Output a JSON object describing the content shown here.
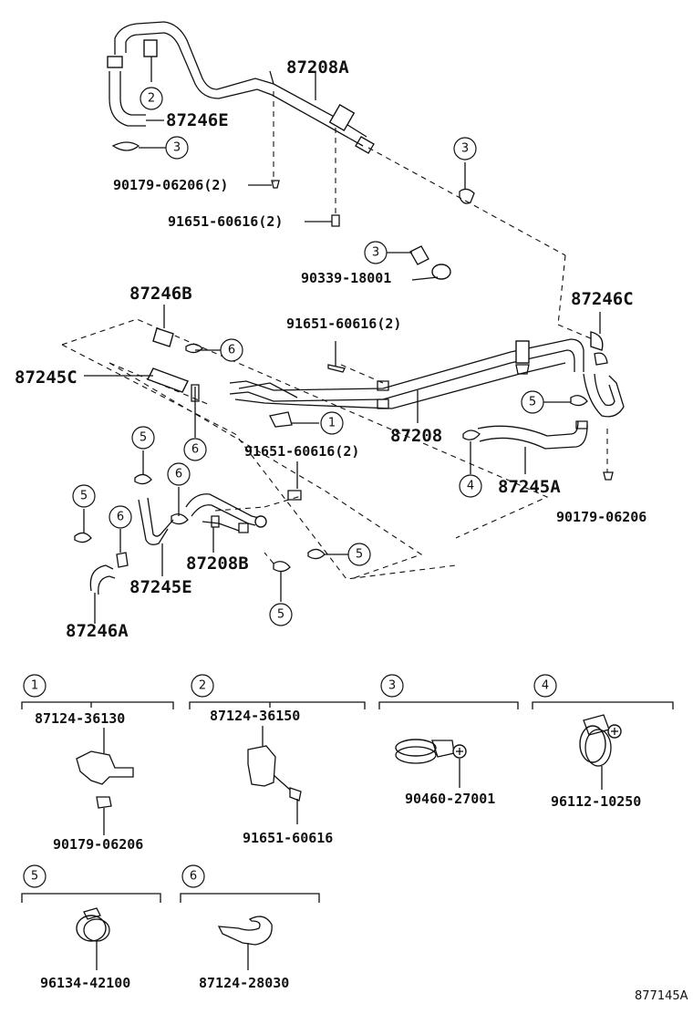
{
  "parts": {
    "p87208A": "87208A",
    "p87246E": "87246E",
    "p90179_06206_2": "90179-06206(2)",
    "p91651_60616_2a": "91651-60616(2)",
    "p90339_18001": "90339-18001",
    "p87246B": "87246B",
    "p87246C": "87246C",
    "p91651_60616_2b": "91651-60616(2)",
    "p87245C": "87245C",
    "p87208": "87208",
    "p91651_60616_2c": "91651-60616(2)",
    "p87245A": "87245A",
    "p90179_06206": "90179-06206",
    "p87208B": "87208B",
    "p87245E": "87245E",
    "p87246A": "87246A"
  },
  "callouts": {
    "c1": "1",
    "c2": "2",
    "c3a": "3",
    "c3b": "3",
    "c3c": "3",
    "c4": "4",
    "c5a": "5",
    "c5b": "5",
    "c5c": "5",
    "c5d": "5",
    "c5e": "5",
    "c6a": "6",
    "c6b": "6",
    "c6c": "6",
    "c6d": "6"
  },
  "legend": [
    {
      "num": "1",
      "parts": [
        "87124-36130",
        "90179-06206"
      ]
    },
    {
      "num": "2",
      "parts": [
        "87124-36150",
        "91651-60616"
      ]
    },
    {
      "num": "3",
      "parts": [
        "90460-27001"
      ]
    },
    {
      "num": "4",
      "parts": [
        "96112-10250"
      ]
    },
    {
      "num": "5",
      "parts": [
        "96134-42100"
      ]
    },
    {
      "num": "6",
      "parts": [
        "87124-28030"
      ]
    }
  ],
  "figure_id": "877145A"
}
